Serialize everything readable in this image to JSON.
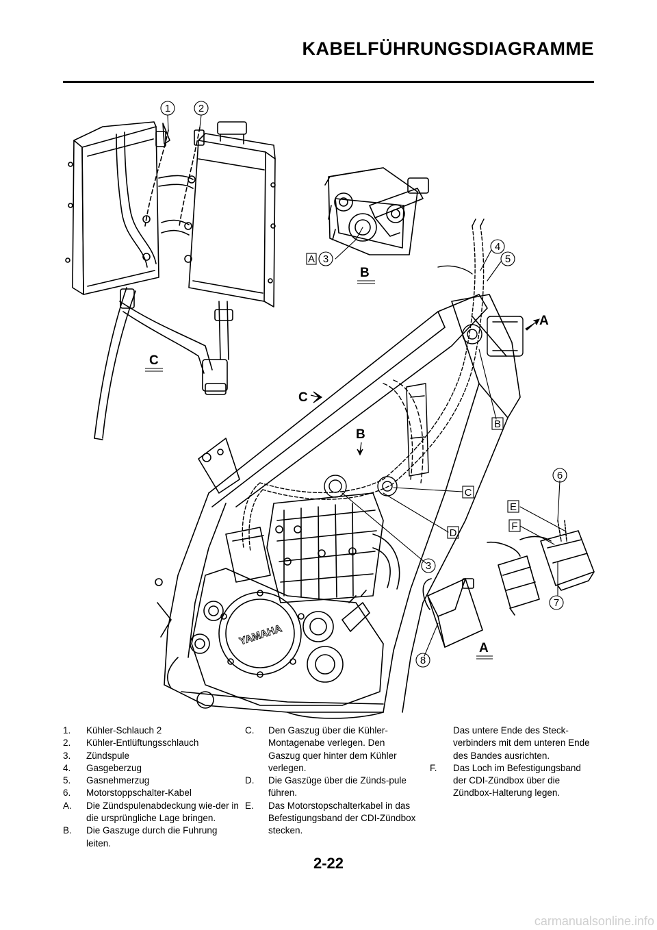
{
  "header": {
    "title": "KABELFÜHRUNGSDIAGRAMME"
  },
  "diagram": {
    "callouts": {
      "n1": "1",
      "n2": "2",
      "n3a": "3",
      "n3b": "3",
      "n4": "4",
      "n5": "5",
      "n6": "6",
      "n7": "7",
      "n8": "8",
      "boxA": "A",
      "boxB": "B",
      "boxC": "C",
      "boxD": "D",
      "boxE": "E",
      "boxF": "F"
    },
    "view_labels": {
      "b_top": "B",
      "c_left": "C",
      "a_right": "A",
      "c_arrow": "C",
      "b_arrow": "B",
      "a_bottom": "A"
    },
    "brand_text": "YAMAHA"
  },
  "legend": {
    "col1": [
      {
        "key": "1.",
        "text": "Kühler-Schlauch 2"
      },
      {
        "key": "2.",
        "text": "Kühler-Entlüftungsschlauch"
      },
      {
        "key": "3.",
        "text": "Zündspule"
      },
      {
        "key": "4.",
        "text": "Gasgeberzug"
      },
      {
        "key": "5.",
        "text": "Gasnehmerzug"
      },
      {
        "key": "6.",
        "text": "Motorstoppschalter-Kabel"
      },
      {
        "key": "A.",
        "text": "Die Zündspulenabdeckung wie-der in die ursprüngliche Lage bringen."
      },
      {
        "key": "B.",
        "text": "Die Gaszuge durch die Fuhrung leiten."
      }
    ],
    "col2": [
      {
        "key": "C.",
        "text": "Den Gaszug über die Kühler-Montagenabe verlegen. Den Gaszug quer hinter dem Kühler verlegen."
      },
      {
        "key": "D.",
        "text": "Die Gaszüge über die Zünds-pule führen."
      },
      {
        "key": "E.",
        "text": "Das Motorstopschalterkabel in das Befestigungsband der CDI-Zündbox stecken."
      }
    ],
    "col3_cont": "Das untere Ende des Steck-verbinders mit dem unteren Ende des Bandes ausrichten.",
    "col3": [
      {
        "key": "F.",
        "text": "Das Loch im Befestigungsband der CDI-Zündbox über die Zündbox-Halterung legen."
      }
    ]
  },
  "footer": {
    "page_number": "2-22",
    "watermark": "carmanualsonline.info"
  }
}
